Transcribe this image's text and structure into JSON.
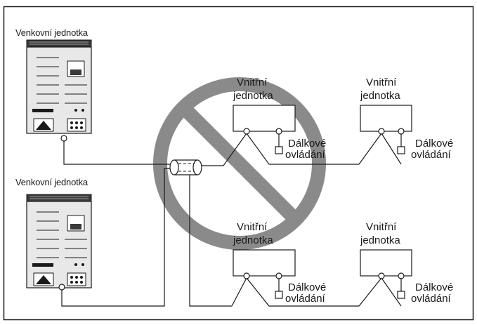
{
  "outdoor_units": [
    {
      "label": "Venkovní jednotka"
    },
    {
      "label": "Venkovní jednotka"
    }
  ],
  "indoor_units": [
    {
      "label_line1": "Vnitřní",
      "label_line2": "jednotka",
      "remote_line1": "Dálkové",
      "remote_line2": "ovládání"
    },
    {
      "label_line1": "Vnitřní",
      "label_line2": "jednotka",
      "remote_line1": "Dálkové",
      "remote_line2": "ovládání"
    },
    {
      "label_line1": "Vnitřní",
      "label_line2": "jednotka",
      "remote_line1": "Dálkové",
      "remote_line2": "ovládání"
    },
    {
      "label_line1": "Vnitřní",
      "label_line2": "jednotka",
      "remote_line1": "Dálkové",
      "remote_line2": "ovládání"
    }
  ],
  "prohibition_symbol": {
    "icon": "prohibition-icon",
    "color": "#8a8a8a"
  },
  "colors": {
    "line": "#1a1a1a",
    "frame": "#1a1a1a",
    "unit_body": "#e6e6e6",
    "unit_dark": "#3a3a3a"
  }
}
